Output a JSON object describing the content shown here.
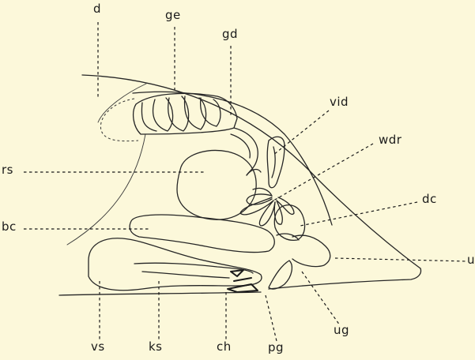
{
  "labels": {
    "d": "d",
    "ge": "ge",
    "gd": "gd",
    "vid": "vid",
    "wdr": "wdr",
    "rs": "rs",
    "bc": "bc",
    "dc": "dc",
    "u": "u",
    "vs": "vs",
    "ks": "ks",
    "ch": "ch",
    "pg": "pg",
    "ug": "ug"
  }
}
